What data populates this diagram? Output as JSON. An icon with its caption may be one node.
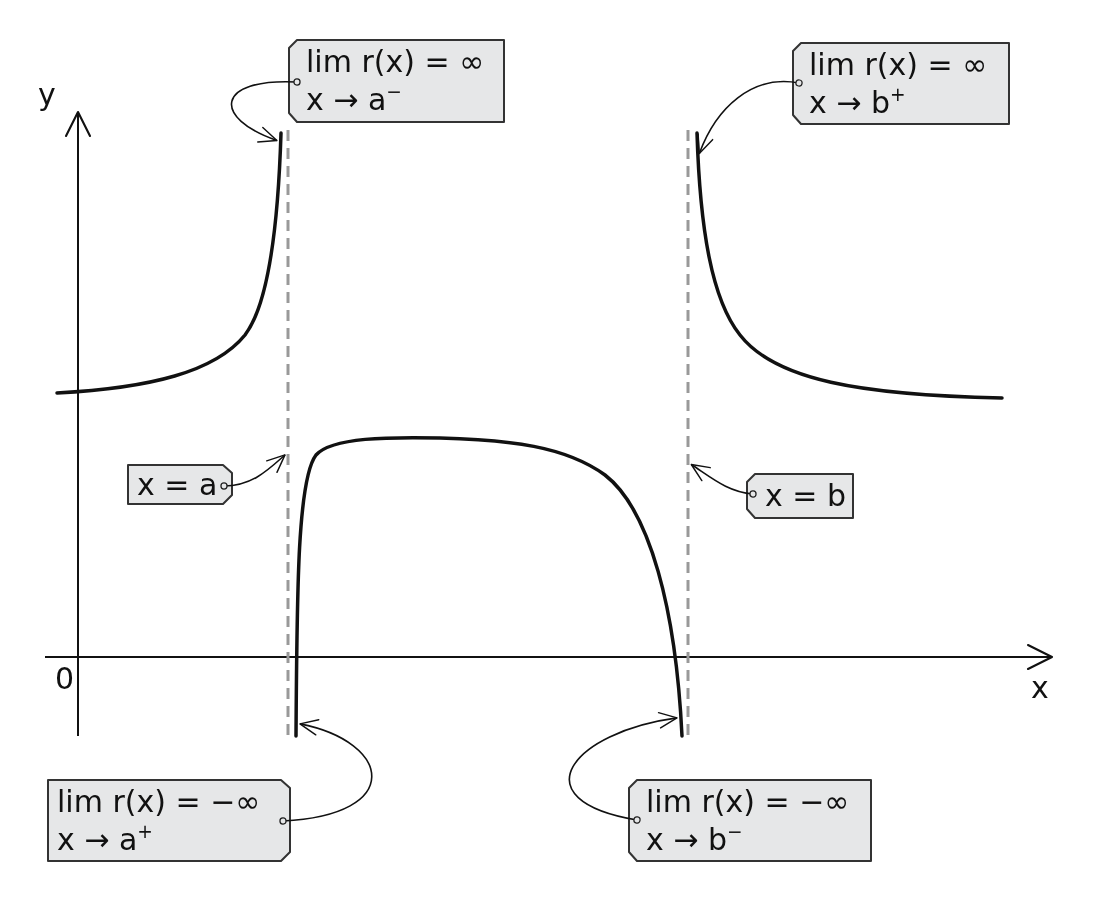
{
  "diagram": {
    "nodes": [
      {
        "text": [
          "lim r(x) = ∞",
          "x → a$^{−}$"
        ]
      },
      {
        "text": [
          "lim r(x) = ∞",
          "x → b$^{+}$"
        ]
      },
      {
        "text": [],
        "shape": "curve"
      },
      {
        "text": [],
        "shape": "line"
      },
      {
        "text": [],
        "shape": "line"
      },
      {
        "text": [],
        "shape": "curve"
      },
      {
        "text": [],
        "shape": "curve"
      },
      {
        "text": [
          "x = a"
        ]
      },
      {
        "text": [
          "x = b"
        ]
      },
      {
        "text": [
          "lim r(x) = −∞",
          "x → a$^{+}$"
        ]
      },
      {
        "text": [
          "lim r(x) = −∞",
          "x → b$^{−}$"
        ]
      }
    ],
    "edges": [
      {
        "from": 0,
        "to": 2,
        "arrow": "to"
      },
      {
        "from": 1,
        "to": 5,
        "arrow": "to"
      },
      {
        "from": 7,
        "to": 3,
        "arrow": "to"
      },
      {
        "from": 8,
        "to": 4,
        "arrow": "to"
      },
      {
        "from": 9,
        "to": 6,
        "arrow": "to"
      },
      {
        "from": 10,
        "to": 6,
        "arrow": "to"
      }
    ],
    "labels": [
      "y",
      "0",
      "x"
    ]
  }
}
